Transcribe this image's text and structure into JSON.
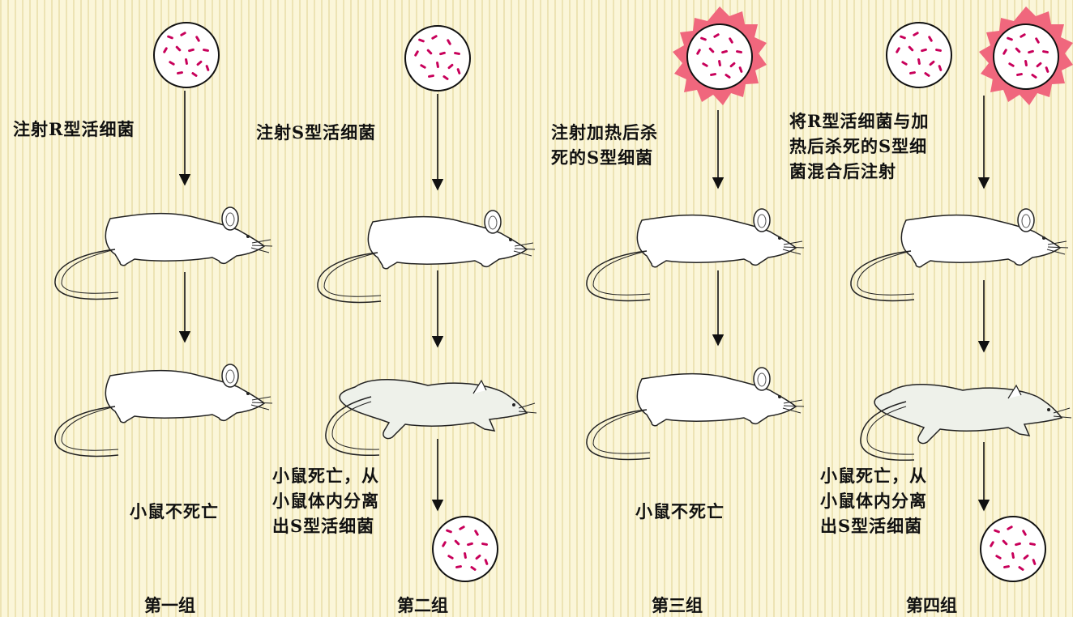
{
  "groups": [
    {
      "name": "第一组",
      "action": [
        "注射R型活细菌"
      ],
      "result": [
        "小鼠不死亡"
      ]
    },
    {
      "name": "第二组",
      "action": [
        "注射S型活细菌"
      ],
      "result": [
        "小鼠死亡，从",
        "小鼠体内分离",
        "出S型活细菌"
      ]
    },
    {
      "name": "第三组",
      "action": [
        "注射加热后杀",
        "死的S型细菌"
      ],
      "result": [
        "小鼠不死亡"
      ]
    },
    {
      "name": "第四组",
      "action": [
        "将R型活细菌与加",
        "热后杀死的S型细",
        "菌混合后注射"
      ],
      "result": [
        "小鼠死亡，从",
        "小鼠体内分离",
        "出S型活细菌"
      ]
    }
  ],
  "colors": {
    "background": "#fbf6d9",
    "bacteria": "#c8005a",
    "heat_burst": "#f0677d",
    "mouse_fill": "#ffffff",
    "dead_mouse_fill": "#eef1ea"
  }
}
